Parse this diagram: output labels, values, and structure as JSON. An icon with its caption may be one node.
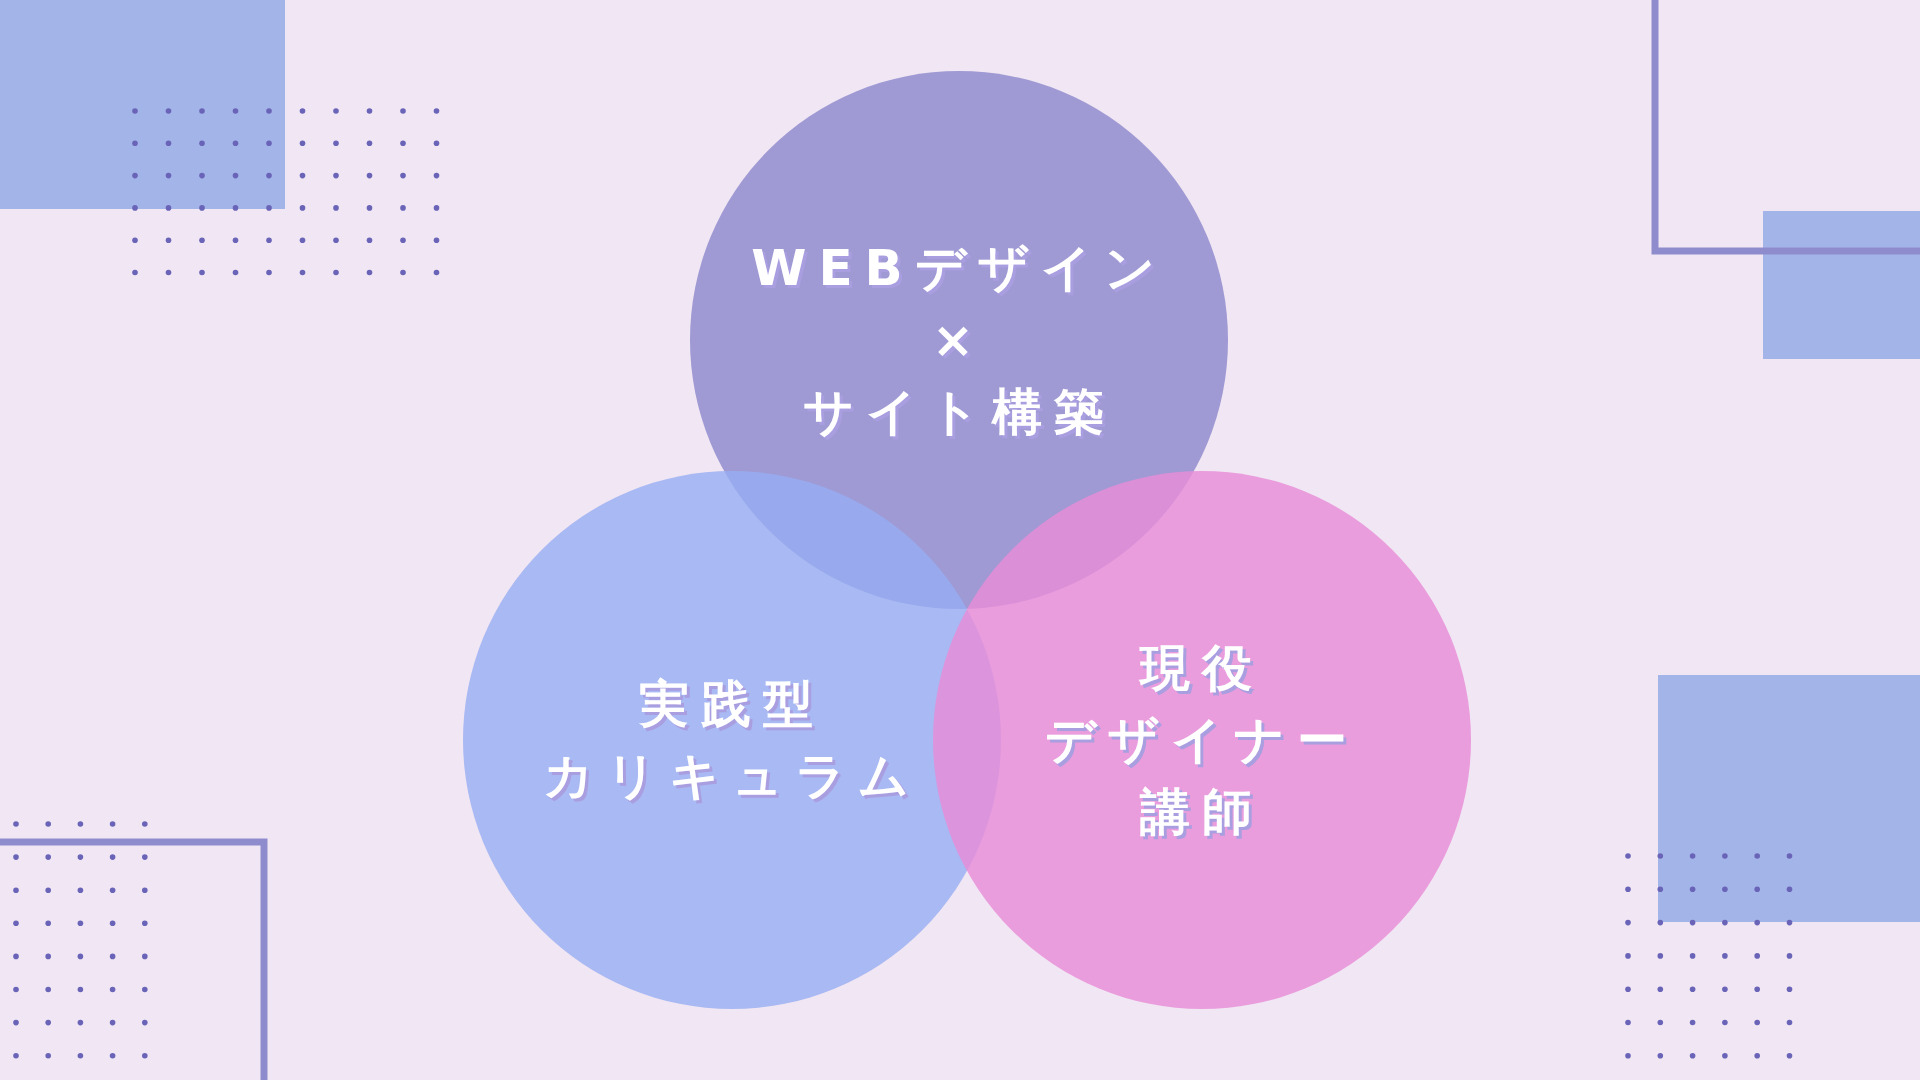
{
  "diagram": {
    "nodes": [
      {
        "text": [
          "WEBデザイン",
          "×",
          "サイト構築"
        ]
      },
      {
        "text": [
          "実践型",
          "カリキュラム"
        ]
      },
      {
        "text": [
          "現役",
          "デザイナー",
          "講師"
        ]
      }
    ]
  }
}
